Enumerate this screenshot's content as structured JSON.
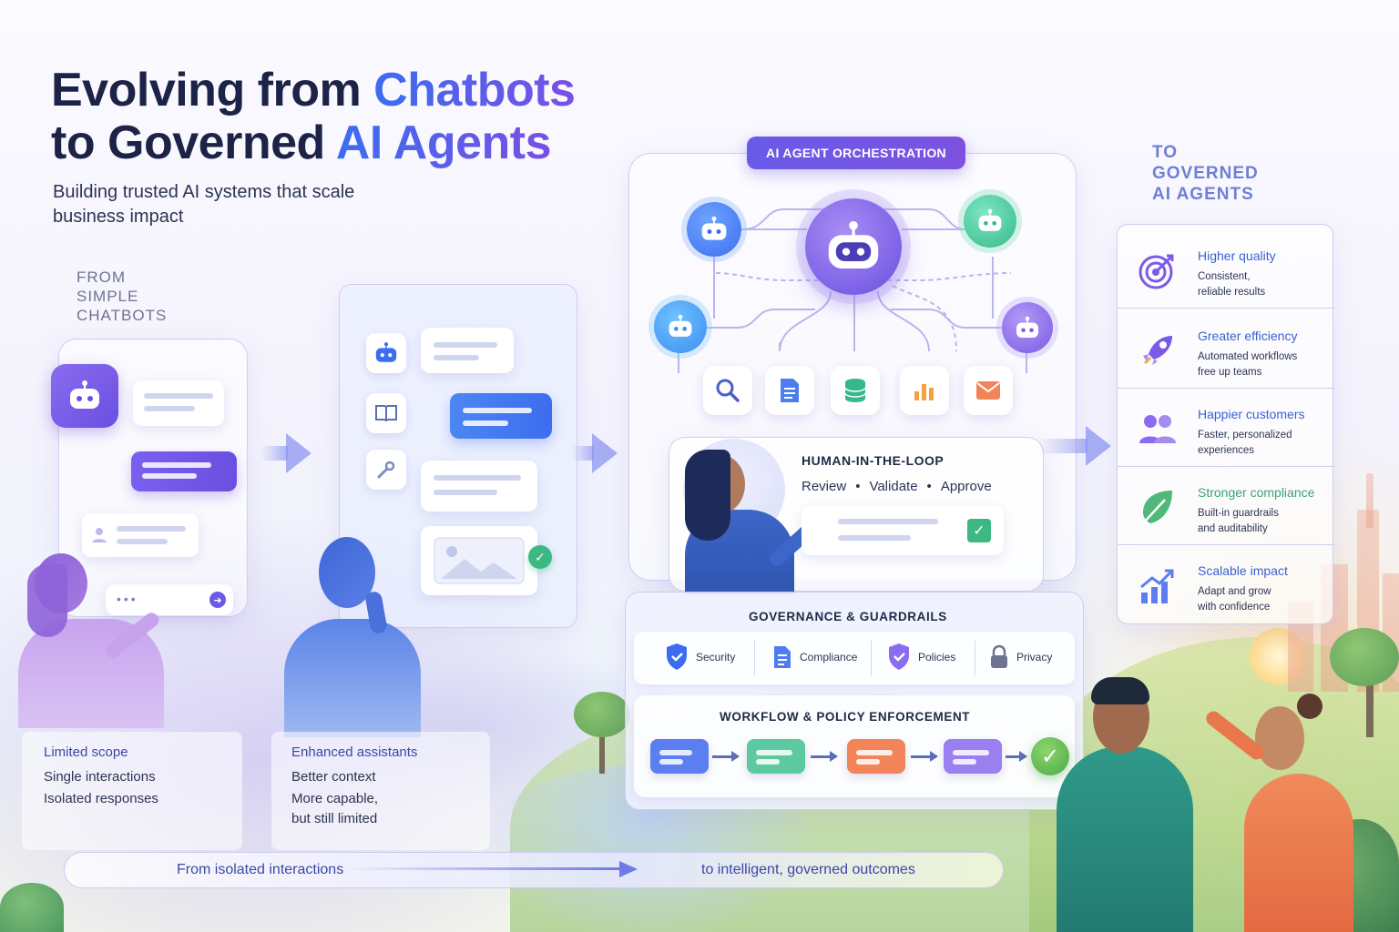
{
  "header": {
    "title_line1_a": "Evolving from ",
    "title_line1_b": "Chatbots",
    "title_line2_a": "to Governed ",
    "title_line2_b": "AI Agents",
    "subtitle": "Building trusted AI systems that scale business impact"
  },
  "stage_from": {
    "label_line1": "FROM",
    "label_line2": "SIMPLE",
    "label_line3": "CHATBOTS",
    "caption_title": "Limited scope",
    "caption_lines": [
      "Single interactions",
      "Isolated responses"
    ]
  },
  "stage_middle": {
    "caption_title": "Enhanced assistants",
    "caption_lines": [
      "Better context",
      "More capable,",
      "but still limited"
    ]
  },
  "orchestration": {
    "title": "AI AGENT ORCHESTRATION",
    "tools": [
      "search-icon",
      "document-icon",
      "database-icon",
      "chart-icon",
      "mail-icon"
    ],
    "hitl": {
      "title": "HUMAN-IN-THE-LOOP",
      "steps": [
        "Review",
        "Validate",
        "Approve"
      ],
      "separator": "•"
    },
    "governance": {
      "title": "GOVERNANCE & GUARDRAILS",
      "items": [
        "Security",
        "Compliance",
        "Policies",
        "Privacy"
      ]
    },
    "workflow": {
      "title": "WORKFLOW & POLICY ENFORCEMENT",
      "step_colors": [
        "#5b7ef0",
        "#5cc9a0",
        "#f2845a",
        "#9a7ff0"
      ]
    }
  },
  "stage_to": {
    "label_line1": "TO",
    "label_line2": "GOVERNED",
    "label_line3": "AI AGENTS",
    "benefits": [
      {
        "title": "Higher quality",
        "desc_line1": "Consistent,",
        "desc_line2": "reliable results",
        "icon": "target-icon"
      },
      {
        "title": "Greater efficiency",
        "desc_line1": "Automated workflows",
        "desc_line2": "free up teams",
        "icon": "rocket-icon"
      },
      {
        "title": "Happier customers",
        "desc_line1": "Faster, personalized",
        "desc_line2": "experiences",
        "icon": "people-icon"
      },
      {
        "title": "Stronger compliance",
        "desc_line1": "Built-in guardrails",
        "desc_line2": "and auditability",
        "icon": "leaf-icon"
      },
      {
        "title": "Scalable impact",
        "desc_line1": "Adapt and grow",
        "desc_line2": "with confidence",
        "icon": "growth-chart-icon"
      }
    ]
  },
  "banner": {
    "left": "From isolated interactions",
    "right": "to intelligent, governed outcomes"
  },
  "colors": {
    "accent_blue": "#3c6df0",
    "accent_purple": "#7a4fe6",
    "title_dark": "#1c2347"
  }
}
